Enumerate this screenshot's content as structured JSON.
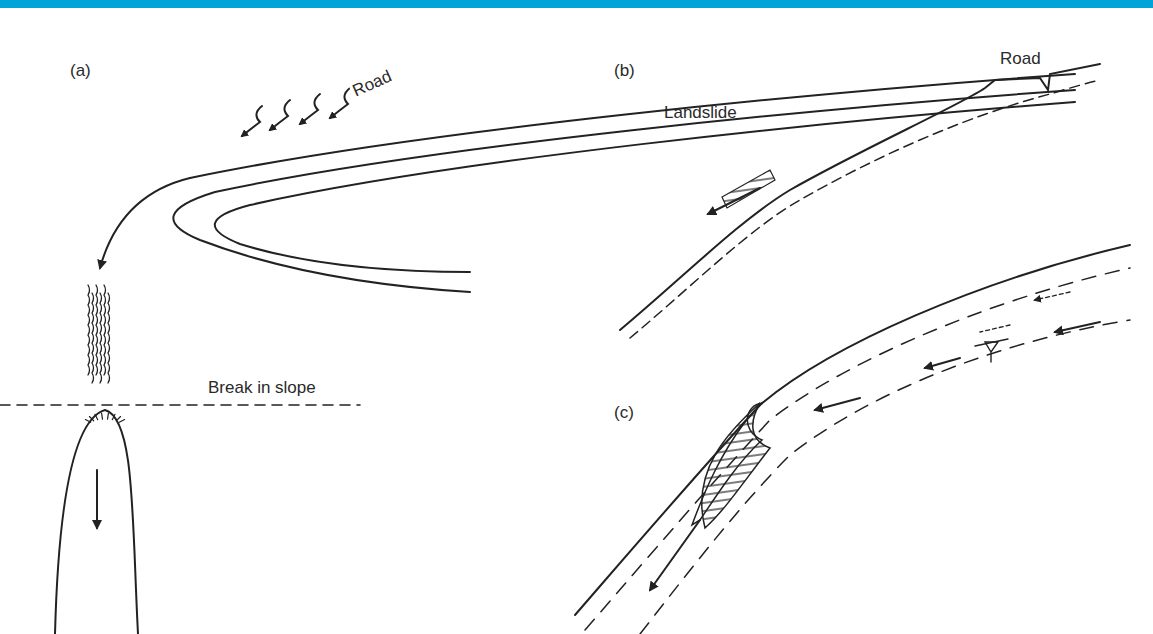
{
  "diagram": {
    "labels": [
      "(a)",
      "Road",
      "Break in slope",
      "(b)",
      "Road",
      "Landslide",
      "(c)"
    ]
  }
}
